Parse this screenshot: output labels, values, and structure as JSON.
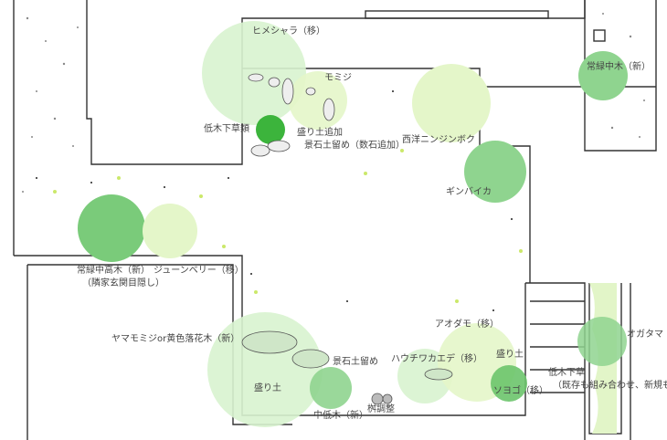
{
  "labels": {
    "himeshara": "ヒメシャラ（移）",
    "momiji": "モミジ",
    "teiboku_shitakusa": "低木下草類",
    "morido_tsuika": "盛り土追加",
    "keiseki_tsuika": "景石土留め（数石追加）",
    "seiyou_ninjinboku": "西洋ニンジンボク",
    "ginbaika": "ギンバイカ",
    "jouryoku_chuuboku": "常緑中木（新）",
    "jouryoku_chuukouboku": "常緑中高木（新）",
    "rinka_mekakushi": "（隣家玄関目隠し）",
    "juneberry": "ジューンベリー（移）",
    "yamamomiji": "ヤマモミジor黄色落花木（新）",
    "morido_left": "盛り土",
    "keiseki_dodome": "景石土留め",
    "chuuteiboku": "中低木（新）",
    "masu_chousei": "桝調整",
    "aodamo": "アオダモ（移）",
    "hauchiwa": "ハウチワカエデ（移）",
    "morido_right": "盛り土",
    "soyogo": "ソヨゴ（移）",
    "teiboku_shitakusa2": "低木下草",
    "kizon_kumiawase": "（既存も組み合わせ、新規も植栽）",
    "ogatama": "オガタマ"
  },
  "colors": {
    "canopy_pale": "#d8f3cf",
    "canopy_yellowgreen": "#e4f6c9",
    "canopy_mid": "#8fd48f",
    "canopy_dark": "#3cb43c",
    "line": "#333333"
  }
}
